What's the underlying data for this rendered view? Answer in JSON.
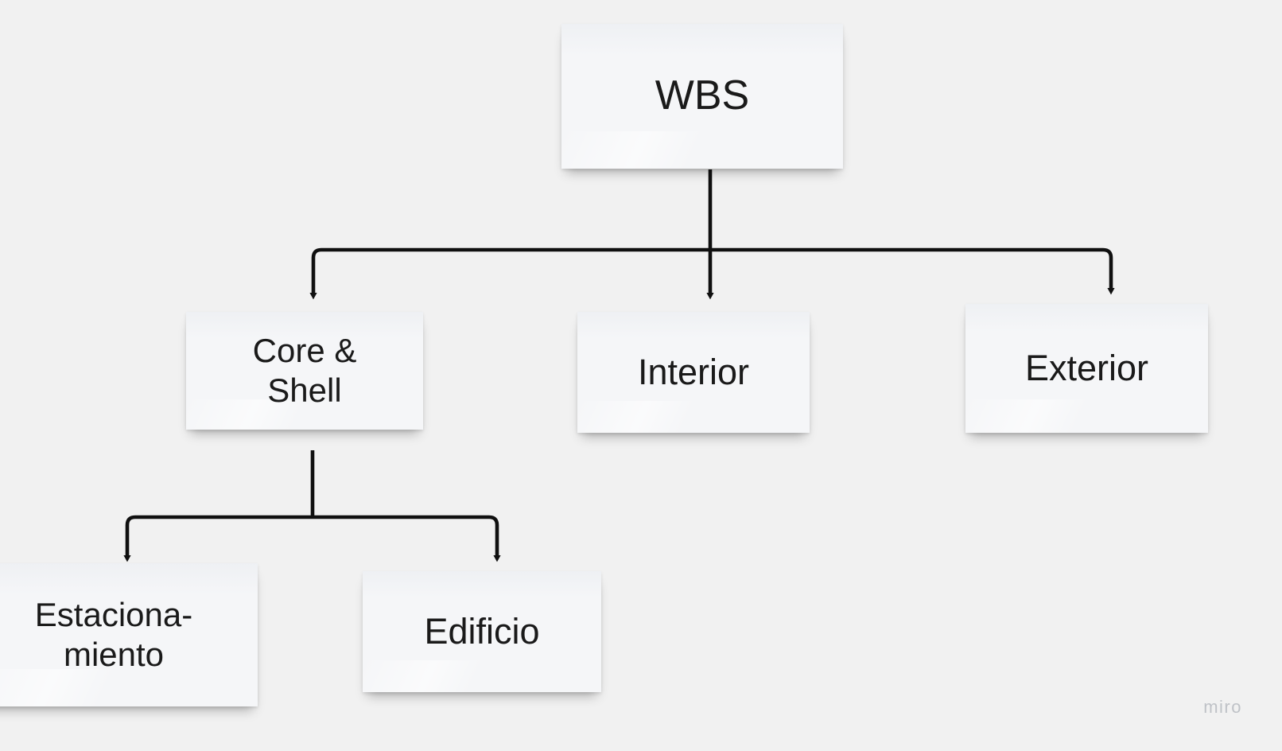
{
  "diagram": {
    "title": "WBS",
    "type": "work-breakdown-structure",
    "background_color": "#f1f1f1",
    "node_color": "#f5f6f8",
    "connector_color": "#101010",
    "text_color": "#1a1a1a",
    "nodes": [
      {
        "id": "wbs",
        "label": "WBS",
        "level": 0
      },
      {
        "id": "core",
        "label": "Core &\nShell",
        "level": 1
      },
      {
        "id": "interior",
        "label": "Interior",
        "level": 1
      },
      {
        "id": "exterior",
        "label": "Exterior",
        "level": 1
      },
      {
        "id": "estac",
        "label": "Estaciona-\nmiento",
        "level": 2
      },
      {
        "id": "edificio",
        "label": "Edificio",
        "level": 2
      }
    ],
    "edges": [
      {
        "from": "wbs",
        "to": "core"
      },
      {
        "from": "wbs",
        "to": "interior"
      },
      {
        "from": "wbs",
        "to": "exterior"
      },
      {
        "from": "core",
        "to": "estac"
      },
      {
        "from": "core",
        "to": "edificio"
      }
    ]
  },
  "watermark": {
    "label": "miro",
    "color": "#bfc2c7"
  }
}
